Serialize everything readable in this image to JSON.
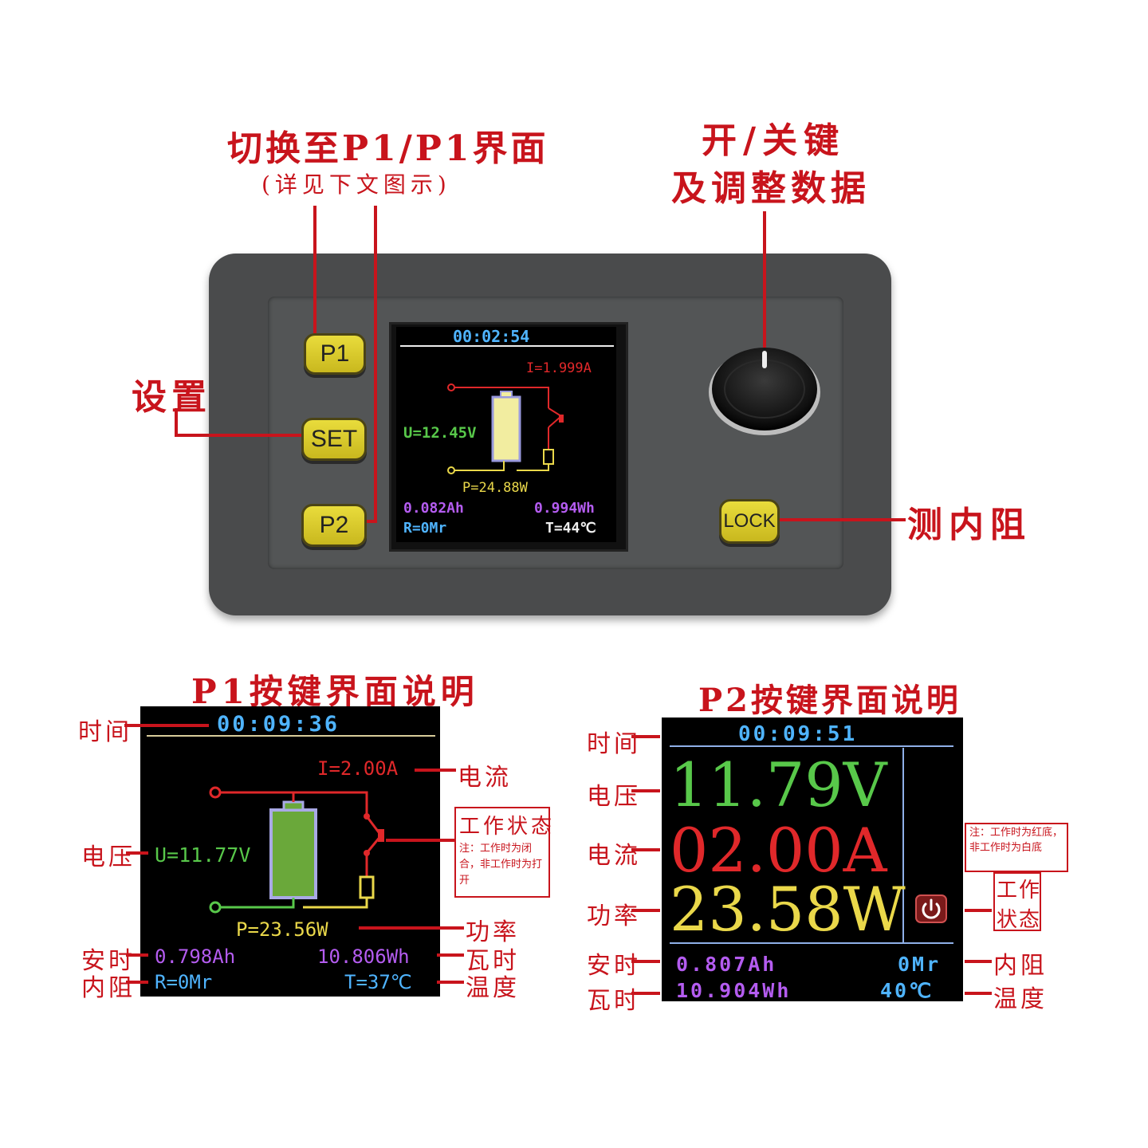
{
  "colors": {
    "accent_red": "#c8141c",
    "lcd_blue": "#4fb4ff",
    "lcd_red": "#e0282a",
    "lcd_green": "#58c84a",
    "lcd_yellow": "#ead84a",
    "lcd_purple": "#b45cf0",
    "device_gray": "#4a4b4c",
    "button_yellow": "#d8c82a"
  },
  "top_labels": {
    "p1p2_title": "切换至P1/P1界面",
    "p1p2_sub": "(详见下文图示)",
    "knob_line1": "开/关键",
    "knob_line2": "及调整数据",
    "settings": "设置",
    "lock_label": "测内阻"
  },
  "device": {
    "buttons": {
      "p1": "P1",
      "set": "SET",
      "p2": "P2",
      "lock": "LOCK"
    },
    "knob_icon": "rotary-knob",
    "screen": {
      "time": "00:02:54",
      "current": "I=1.999A",
      "voltage": "U=12.45V",
      "power": "P=24.88W",
      "ah": "0.082Ah",
      "wh": "0.994Wh",
      "resistance": "R=0Mr",
      "temp": "T=44℃"
    }
  },
  "p1_panel": {
    "title": "P1按键界面说明",
    "screen": {
      "time": "00:09:36",
      "current": "I=2.00A",
      "voltage": "U=11.77V",
      "power": "P=23.56W",
      "ah": "0.798Ah",
      "wh": "10.806Wh",
      "resistance": "R=0Mr",
      "temp": "T=37℃"
    },
    "labels": {
      "time": "时间",
      "voltage": "电压",
      "ah": "安时",
      "resistance": "内阻",
      "current": "电流",
      "power": "功率",
      "wh": "瓦时",
      "temp": "温度"
    },
    "note_title": "工作状态",
    "note_text": "注：工作时为闭合，非工作时为打开"
  },
  "p2_panel": {
    "title": "P2按键界面说明",
    "screen": {
      "time": "00:09:51",
      "voltage": "11.79V",
      "current": "02.00A",
      "power": "23.58W",
      "ah": "0.807Ah",
      "wh": "10.904Wh",
      "resistance": "0Mr",
      "temp": "40℃"
    },
    "labels": {
      "time": "时间",
      "voltage": "电压",
      "current": "电流",
      "power": "功率",
      "ah": "安时",
      "wh": "瓦时",
      "resistance": "内阻",
      "temp": "温度"
    },
    "note_text": "注：工作时为红底，非工作时为白底",
    "state_line1": "工作",
    "state_line2": "状态"
  }
}
